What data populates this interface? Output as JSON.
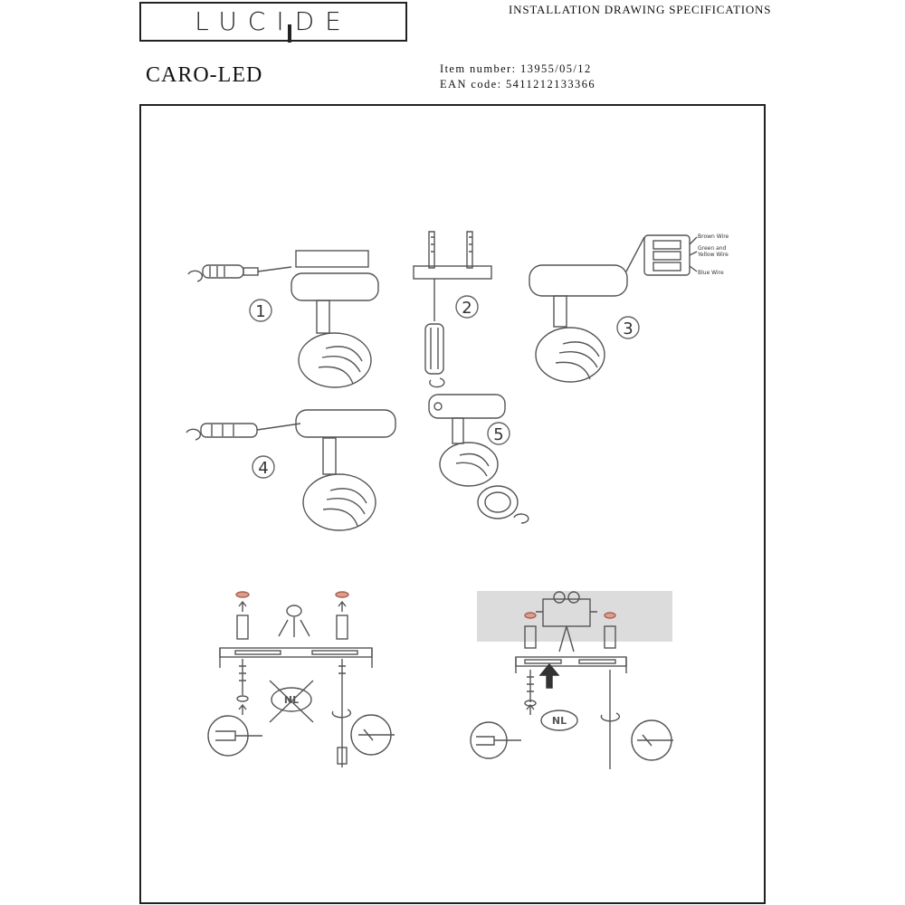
{
  "header": {
    "logo_text": "LUCIDE",
    "spec_title": "INSTALLATION DRAWING SPECIFICATIONS"
  },
  "product": {
    "name": "CARO-LED",
    "item_number": "Item number: 13955/05/12",
    "ean_code": "EAN code: 5411212133366"
  },
  "steps": {
    "s1": "1",
    "s2": "2",
    "s3": "3",
    "s4": "4",
    "s5": "5"
  },
  "wiring": {
    "brown": "Brown Wire",
    "green1": "Green and",
    "green2": "Yellow Wire",
    "blue": "Blue Wire"
  },
  "mounting": {
    "nl_left": "NL",
    "nl_right": "NL"
  }
}
